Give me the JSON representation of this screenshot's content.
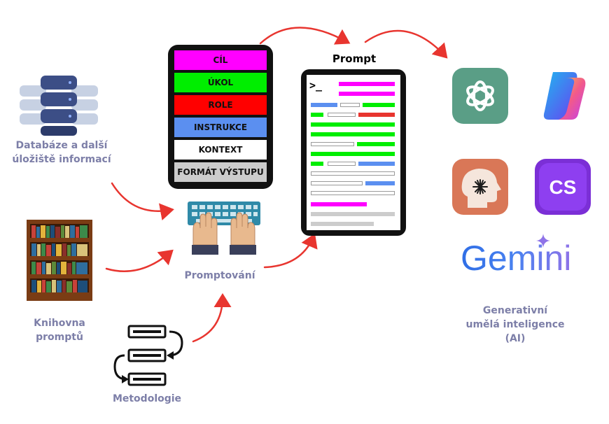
{
  "sources": {
    "databases_label_line1": "Databáze a další",
    "databases_label_line2": "úložiště informací",
    "library_label_line1": "Knihovna",
    "library_label_line2": "promptů",
    "methodology_label": "Metodologie"
  },
  "process": {
    "prompting_label": "Promptování"
  },
  "prompt_components": [
    {
      "label": "CÍL",
      "color": "#ff00ff"
    },
    {
      "label": "ÚKOL",
      "color": "#00ee00"
    },
    {
      "label": "ROLE",
      "color": "#ff0000"
    },
    {
      "label": "INSTRUKCE",
      "color": "#5b8ff0"
    },
    {
      "label": "KONTEXT",
      "color": "#ffffff"
    },
    {
      "label": "FORMÁT VÝSTUPU",
      "color": "#cccccc"
    }
  ],
  "prompt": {
    "title": "Prompt",
    "terminal_glyph": ">_"
  },
  "ai": {
    "apps": [
      "ChatGPT",
      "Copilot",
      "Claude",
      "Copy.ai",
      "Gemini"
    ],
    "copyai_text": "CS",
    "gemini_wordmark": "Gemini",
    "label_line1": "Generativní",
    "label_line2": "umělá inteligence",
    "label_line3": "(AI)"
  },
  "colors": {
    "arrow": "#e8352f",
    "label": "#7d7fa8",
    "chatgpt_bg": "#5a9e86",
    "claude_bg": "#d97757",
    "copyai_bg": "#7b2fd6"
  }
}
